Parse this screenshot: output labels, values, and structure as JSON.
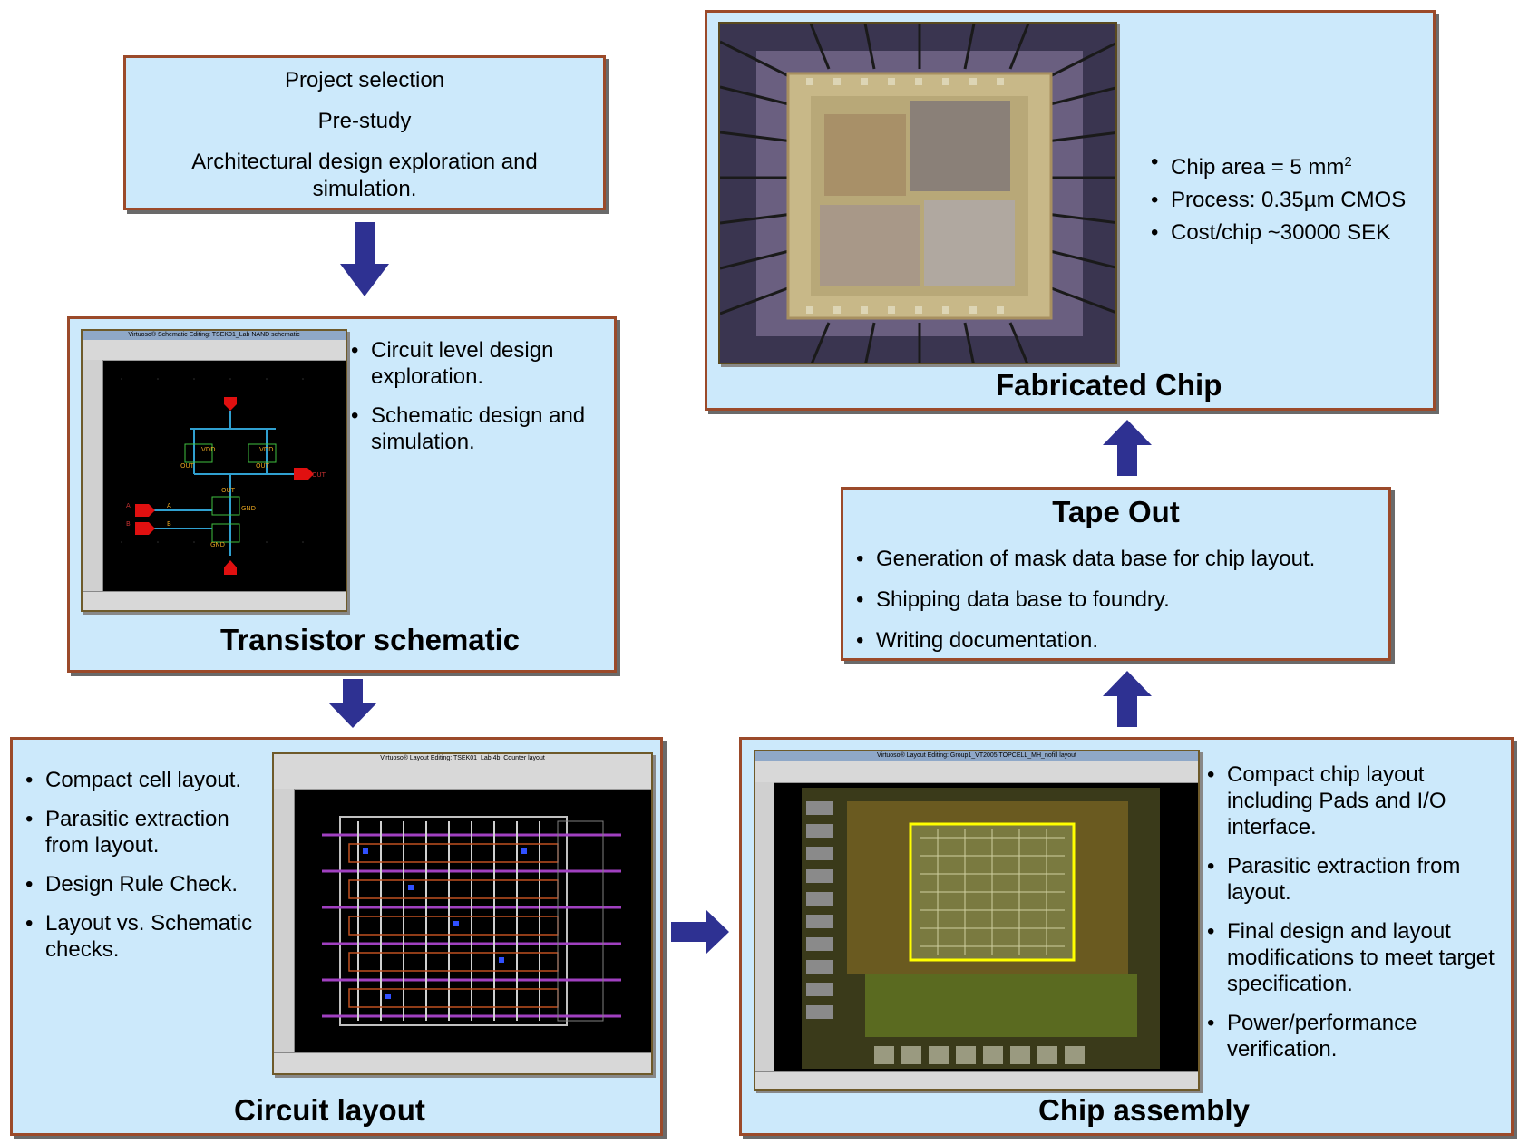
{
  "project": {
    "line1": "Project selection",
    "line2": "Pre-study",
    "line3": "Architectural design exploration and simulation."
  },
  "schematic": {
    "title": "Transistor schematic",
    "window_title": "Virtuoso® Schematic Editing: TSEK01_Lab NAND schematic",
    "bullets": [
      "Circuit level design exploration.",
      "Schematic design and simulation."
    ]
  },
  "layout": {
    "title": "Circuit layout",
    "window_title": "Virtuoso® Layout Editing: TSEK01_Lab 4b_Counter layout",
    "bullets": [
      "Compact cell layout.",
      "Parasitic extraction from layout.",
      "Design Rule Check.",
      "Layout vs. Schematic checks."
    ]
  },
  "assembly": {
    "title": "Chip assembly",
    "window_title": "Virtuoso® Layout Editing: Group1_VT2005 TOPCELL_MH_nofill layout",
    "bullets": [
      "Compact chip layout including Pads and I/O interface.",
      "Parasitic extraction from layout.",
      "Final design and layout modifications to meet target specification.",
      "Power/performance verification."
    ]
  },
  "tapeout": {
    "title": "Tape Out",
    "bullets": [
      "Generation of mask data base for chip layout.",
      "Shipping data base to foundry.",
      "Writing documentation."
    ]
  },
  "fabricated": {
    "title": "Fabricated Chip",
    "bullet1_prefix": "Chip area = 5 mm",
    "bullet1_sup": "2",
    "bullet2": "Process: 0.35µm CMOS",
    "bullet3": "Cost/chip ~30000 SEK"
  },
  "colors": {
    "box_fill": "#cce9fb",
    "box_border": "#9b4a2a",
    "arrow": "#2e3192"
  }
}
